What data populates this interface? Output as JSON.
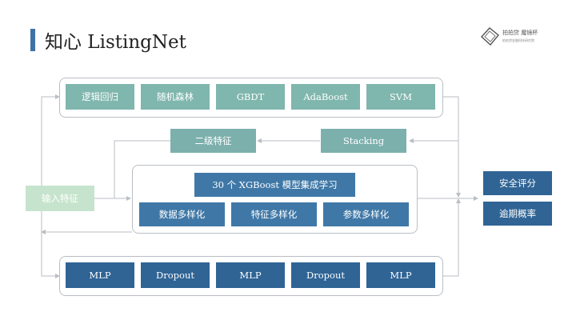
{
  "title": "知心 ListingNet",
  "logo": {
    "line1": "拍拍贷 魔镜杯",
    "line2": "拍拍贷金融科技研究院"
  },
  "input": {
    "label": "输入特征"
  },
  "models_row": [
    "逻辑回归",
    "随机森林",
    "GBDT",
    "AdaBoost",
    "SVM"
  ],
  "stacking": {
    "label": "Stacking"
  },
  "second_features": {
    "label": "二级特征"
  },
  "xgboost": {
    "title": "30 个 XGBoost 模型集成学习",
    "items": [
      "数据多样化",
      "特征多样化",
      "参数多样化"
    ]
  },
  "nn_row": [
    "MLP",
    "Dropout",
    "MLP",
    "Dropout",
    "MLP"
  ],
  "outputs": [
    "安全评分",
    "逾期概率"
  ],
  "colors": {
    "title_accent": "#3f73a6",
    "model_box": "#7fb6ad",
    "xgb_box": "#3f78a7",
    "nn_box": "#2f6495",
    "output_box": "#2f6495",
    "input_box": "#c6e4cd",
    "connector": "#b9bec4"
  }
}
